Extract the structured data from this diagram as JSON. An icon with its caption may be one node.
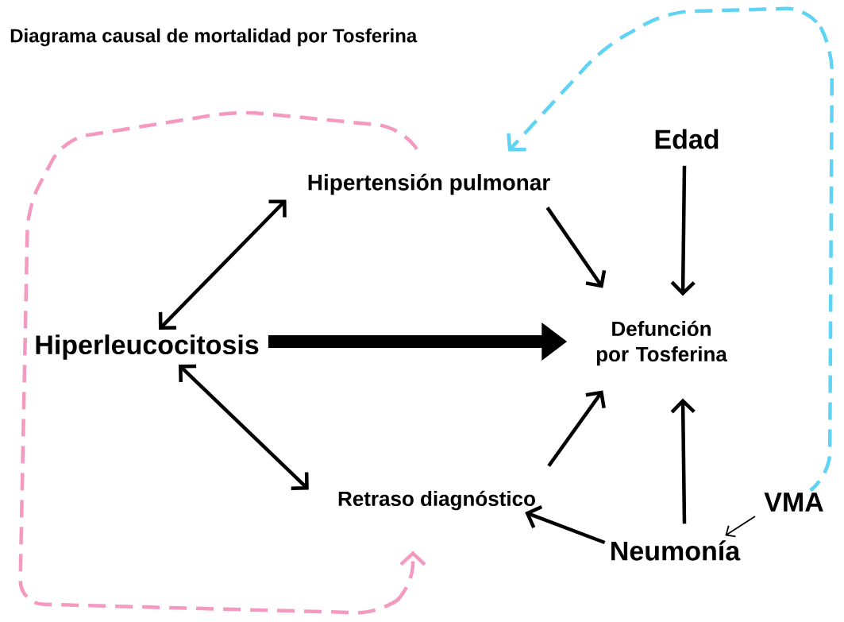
{
  "diagram": {
    "title": "Diagrama causal de mortalidad por Tosferina",
    "nodes": [
      {
        "text": [
          "Hipertensión pulmonar"
        ]
      },
      {
        "text": [
          "Edad"
        ]
      },
      {
        "text": [
          "Hiperleucocitosis"
        ]
      },
      {
        "text": [
          "Defunción por Tosferina"
        ]
      },
      {
        "text": [
          "Retraso diagnóstico"
        ]
      },
      {
        "text": [
          "VMA"
        ]
      },
      {
        "text": [
          "Neumonía"
        ]
      }
    ],
    "edges": [
      {
        "from": 2,
        "to": 0,
        "arrow": "both"
      },
      {
        "from": 2,
        "to": 4,
        "arrow": "both"
      },
      {
        "from": 2,
        "to": 3,
        "arrow": "to",
        "style": "thick"
      },
      {
        "from": 0,
        "to": 3,
        "arrow": "to"
      },
      {
        "from": 1,
        "to": 3,
        "arrow": "to"
      },
      {
        "from": 4,
        "to": 3,
        "arrow": "to"
      },
      {
        "from": 6,
        "to": 3,
        "arrow": "to"
      },
      {
        "from": 6,
        "to": 4,
        "arrow": "to"
      },
      {
        "from": 5,
        "to": 6,
        "arrow": "to"
      },
      {
        "from": 0,
        "to": 4,
        "arrow": "to",
        "style": "dashed",
        "color": "#f49ac1"
      },
      {
        "from": 5,
        "to": 0,
        "arrow": "to",
        "style": "dashed",
        "color": "#5fd3f3"
      }
    ]
  }
}
